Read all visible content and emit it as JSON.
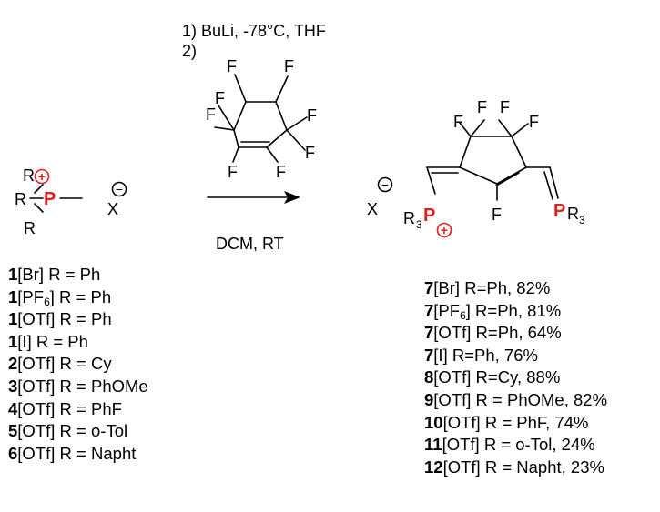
{
  "conditions": {
    "step1": "1) BuLi, -78°C, THF",
    "step2": "2)",
    "below_arrow": "DCM, RT"
  },
  "reagent": {
    "atom_label": "F"
  },
  "starting_material": {
    "r_label": "R",
    "p_label": "P",
    "charge_plus": "+",
    "counterion": "X",
    "charge_minus": "−"
  },
  "product": {
    "counterion": "X",
    "charge_minus": "−",
    "r3_left_r": "R",
    "r3_left_sub": "3",
    "p_left": "P",
    "charge_plus": "+",
    "p_right": "P",
    "r3_right_r": "R",
    "r3_right_sub": "3",
    "ring_f": "F"
  },
  "starting_list": [
    {
      "num": "1",
      "anion": "[Br]",
      "anion_sub": "",
      "anion_tail": "",
      "rest": " R = Ph"
    },
    {
      "num": "1",
      "anion": "[PF",
      "anion_sub": "6",
      "anion_tail": "]",
      "rest": " R = Ph"
    },
    {
      "num": "1",
      "anion": "[OTf]",
      "anion_sub": "",
      "anion_tail": "",
      "rest": " R = Ph"
    },
    {
      "num": "1",
      "anion": "[I]",
      "anion_sub": "",
      "anion_tail": "",
      "rest": " R = Ph"
    },
    {
      "num": "2",
      "anion": "[OTf]",
      "anion_sub": "",
      "anion_tail": "",
      "rest": " R = Cy"
    },
    {
      "num": "3",
      "anion": "[OTf]",
      "anion_sub": "",
      "anion_tail": "",
      "rest": " R = PhOMe"
    },
    {
      "num": "4",
      "anion": "[OTf]",
      "anion_sub": "",
      "anion_tail": "",
      "rest": " R = PhF"
    },
    {
      "num": "5",
      "anion": "[OTf]",
      "anion_sub": "",
      "anion_tail": "",
      "rest": " R = o-Tol"
    },
    {
      "num": "6",
      "anion": "[OTf]",
      "anion_sub": "",
      "anion_tail": "",
      "rest": " R = Napht"
    }
  ],
  "product_list": [
    {
      "num": "7",
      "anion": "[Br]",
      "anion_sub": "",
      "anion_tail": "",
      "rest": " R=Ph, 82%"
    },
    {
      "num": "7",
      "anion": "[PF",
      "anion_sub": "6",
      "anion_tail": "]",
      "rest": " R=Ph, 81%"
    },
    {
      "num": "7",
      "anion": "[OTf]",
      "anion_sub": "",
      "anion_tail": "",
      "rest": " R=Ph, 64%"
    },
    {
      "num": "7",
      "anion": "[I]",
      "anion_sub": "",
      "anion_tail": "",
      "rest": " R=Ph, 76%"
    },
    {
      "num": "8",
      "anion": "[OTf]",
      "anion_sub": "",
      "anion_tail": "",
      "rest": " R=Cy, 88%"
    },
    {
      "num": "9",
      "anion": "[OTf]",
      "anion_sub": "",
      "anion_tail": "",
      "rest": " R = PhOMe, 82%"
    },
    {
      "num": "10",
      "anion": "[OTf]",
      "anion_sub": "",
      "anion_tail": "",
      "rest": " R = PhF, 74%"
    },
    {
      "num": "11",
      "anion": "[OTf]",
      "anion_sub": "",
      "anion_tail": "",
      "rest": " R = o-Tol, 24%"
    },
    {
      "num": "12",
      "anion": "[OTf]",
      "anion_sub": "",
      "anion_tail": "",
      "rest": " R = Napht, 23%"
    }
  ]
}
